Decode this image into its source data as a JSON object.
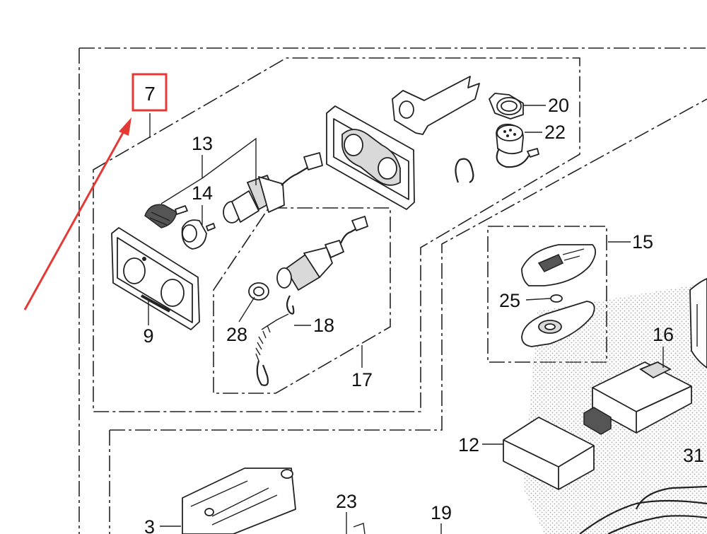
{
  "colors": {
    "highlight": "#e53935",
    "arrow": "#e53935",
    "line": "#222222"
  },
  "highlight_callout": {
    "label": "7"
  },
  "callouts": {
    "c13": "13",
    "c14": "14",
    "c9": "9",
    "c20": "20",
    "c22": "22",
    "c18": "18",
    "c28": "28",
    "c17": "17",
    "c15": "15",
    "c25": "25",
    "c16": "16",
    "c12": "12",
    "c31": "31",
    "c3": "3",
    "c23": "23",
    "c19": "19"
  }
}
